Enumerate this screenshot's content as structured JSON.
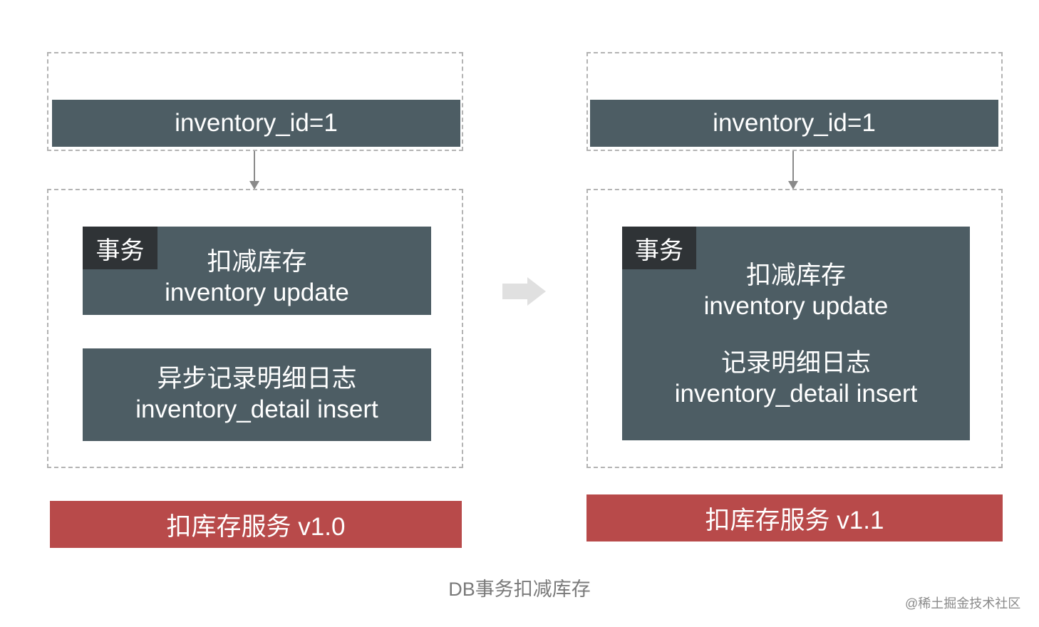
{
  "left": {
    "header_text": "inventory_id=1",
    "tx_tag": "事务",
    "update_line1": "扣减库存",
    "update_line2": "inventory update",
    "log_line1": "异步记录明细日志",
    "log_line2": "inventory_detail insert",
    "service_label": "扣库存服务 v1.0"
  },
  "right": {
    "header_text": "inventory_id=1",
    "tx_tag": "事务",
    "update_line1": "扣减库存",
    "update_line2": "inventory update",
    "log_line1": "记录明细日志",
    "log_line2": "inventory_detail insert",
    "service_label": "扣库存服务 v1.1"
  },
  "caption": "DB事务扣减库存",
  "watermark": "@稀土掘金技术社区",
  "colors": {
    "slate": "#4d5d64",
    "tag": "#2f3336",
    "service_red": "#b84a4a",
    "dashed_border": "#b3b3b3",
    "arrow_gray": "#e0e0e0"
  }
}
